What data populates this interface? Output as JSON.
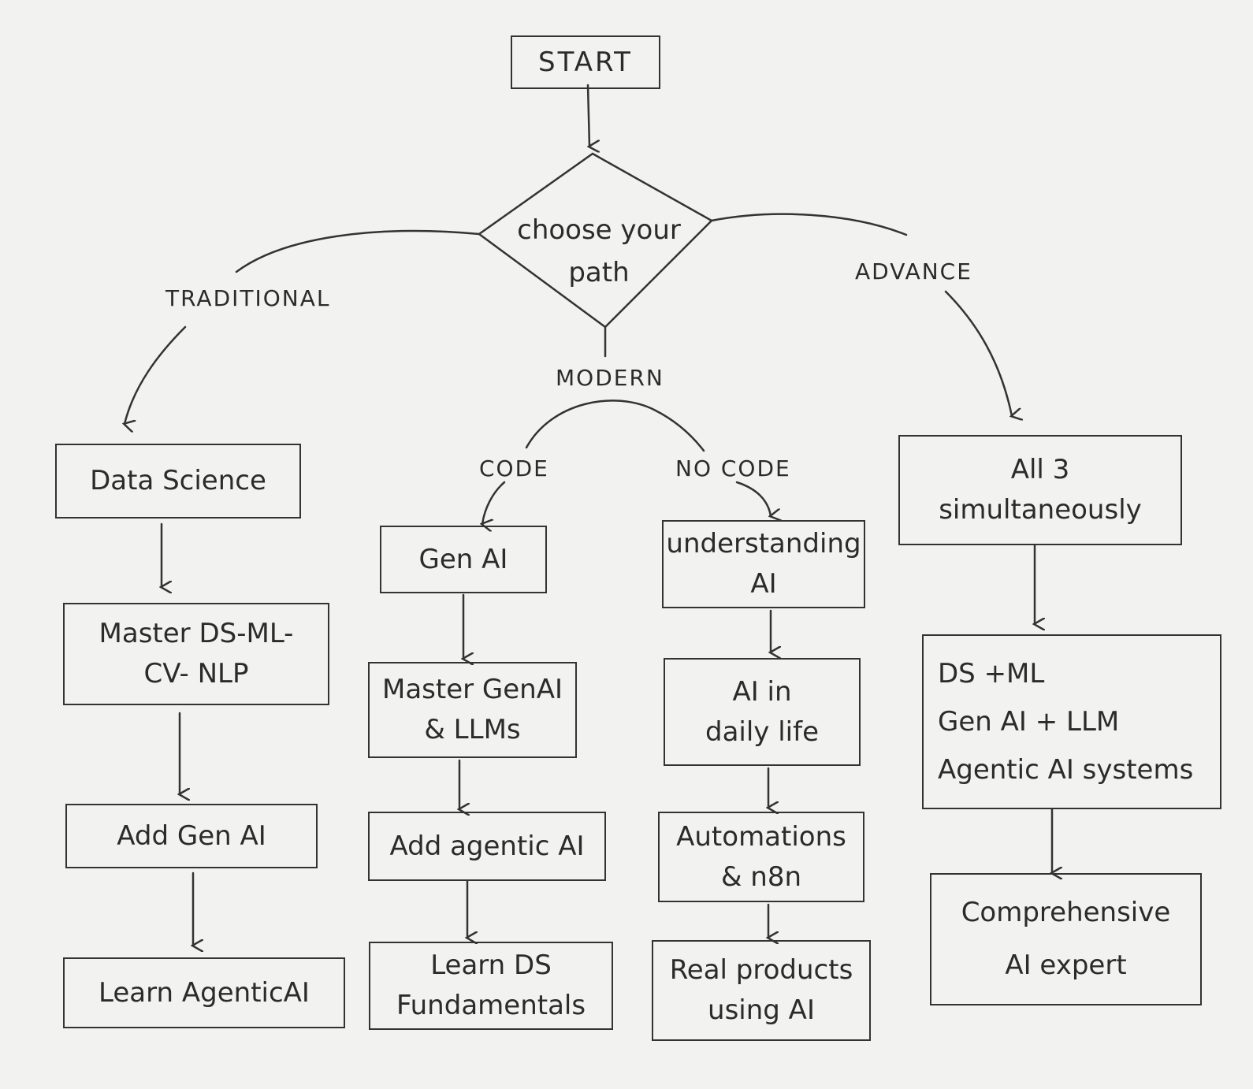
{
  "start": "START",
  "decision": {
    "line1": "choose your",
    "line2": "path"
  },
  "branches": {
    "traditional": "TRADITIONAL",
    "modern": "MODERN",
    "advance": "ADVANCE",
    "code": "CODE",
    "no_code": "NO CODE"
  },
  "traditional_path": [
    {
      "lines": [
        "Data Science"
      ]
    },
    {
      "lines": [
        "Master DS-ML-",
        "CV- NLP"
      ]
    },
    {
      "lines": [
        "Add Gen AI"
      ]
    },
    {
      "lines": [
        "Learn AgenticAI"
      ]
    }
  ],
  "code_path": [
    {
      "lines": [
        "Gen AI"
      ]
    },
    {
      "lines": [
        "Master GenAI",
        "& LLMs"
      ]
    },
    {
      "lines": [
        "Add agentic AI"
      ]
    },
    {
      "lines": [
        "Learn DS",
        "Fundamentals"
      ]
    }
  ],
  "no_code_path": [
    {
      "lines": [
        "understanding",
        "AI"
      ]
    },
    {
      "lines": [
        "AI in",
        "daily life"
      ]
    },
    {
      "lines": [
        "Automations",
        "& n8n"
      ]
    },
    {
      "lines": [
        "Real products",
        "using AI"
      ]
    }
  ],
  "advance_path": [
    {
      "lines": [
        "All 3",
        "simultaneously"
      ]
    },
    {
      "lines": [
        "DS +ML",
        "Gen AI + LLM",
        "Agentic AI systems"
      ]
    },
    {
      "lines": [
        "Comprehensive",
        "AI expert"
      ]
    }
  ]
}
